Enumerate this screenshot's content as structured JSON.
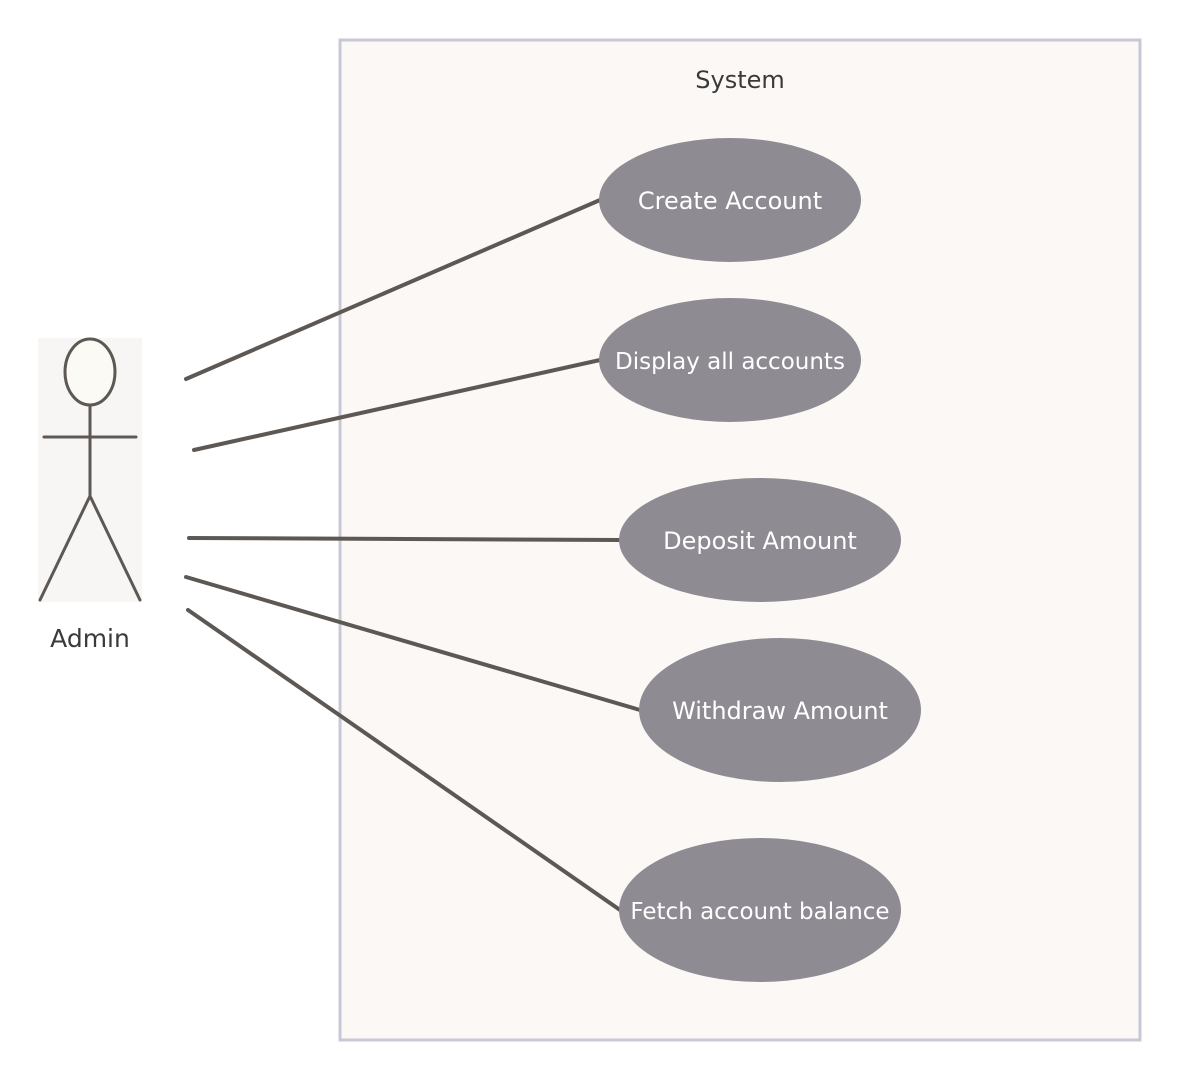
{
  "system": {
    "title": "System"
  },
  "actor": {
    "name": "Admin"
  },
  "use_cases": [
    {
      "id": "create-account",
      "label": "Create Account"
    },
    {
      "id": "display-all-accounts",
      "label": "Display all accounts"
    },
    {
      "id": "deposit-amount",
      "label": "Deposit Amount"
    },
    {
      "id": "withdraw-amount",
      "label": "Withdraw Amount"
    },
    {
      "id": "fetch-account-balance",
      "label": "Fetch account balance"
    }
  ],
  "colors": {
    "boundary_fill": "#fbf8f5",
    "boundary_stroke": "#c9c8d6",
    "use_case_fill": "#8e8b93",
    "use_case_text": "#ffffff",
    "line": "#5d5853",
    "actor_bg": "#f7f6f4",
    "actor_head_fill": "#fbfaf5",
    "text": "#3a3a3a"
  }
}
